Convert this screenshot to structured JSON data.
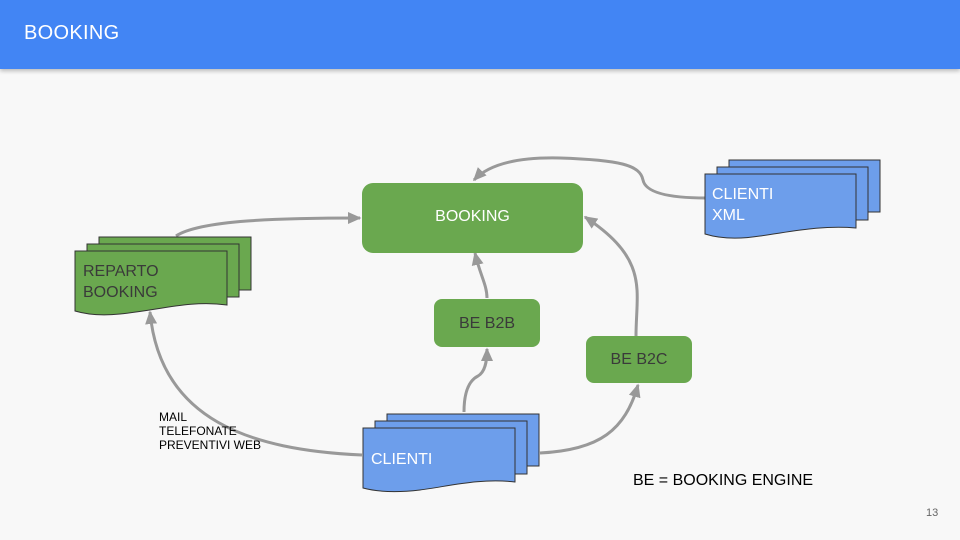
{
  "slide": {
    "title": "BOOKING",
    "page_number": "13"
  },
  "nodes": {
    "booking": "BOOKING",
    "be_b2b": "BE B2B",
    "be_b2c": "BE B2C",
    "reparto_booking": [
      "REPARTO",
      "BOOKING"
    ],
    "clienti_xml": [
      "CLIENTI",
      "XML"
    ],
    "clienti": "CLIENTI"
  },
  "note": {
    "lines": [
      "MAIL",
      "TELEFONATE",
      "PREVENTIVI WEB"
    ]
  },
  "legend": "BE = BOOKING ENGINE",
  "colors": {
    "header": "#4285f4",
    "green_node": "#6aa84f",
    "blue_node": "#6d9eeb",
    "connector": "#999999"
  }
}
